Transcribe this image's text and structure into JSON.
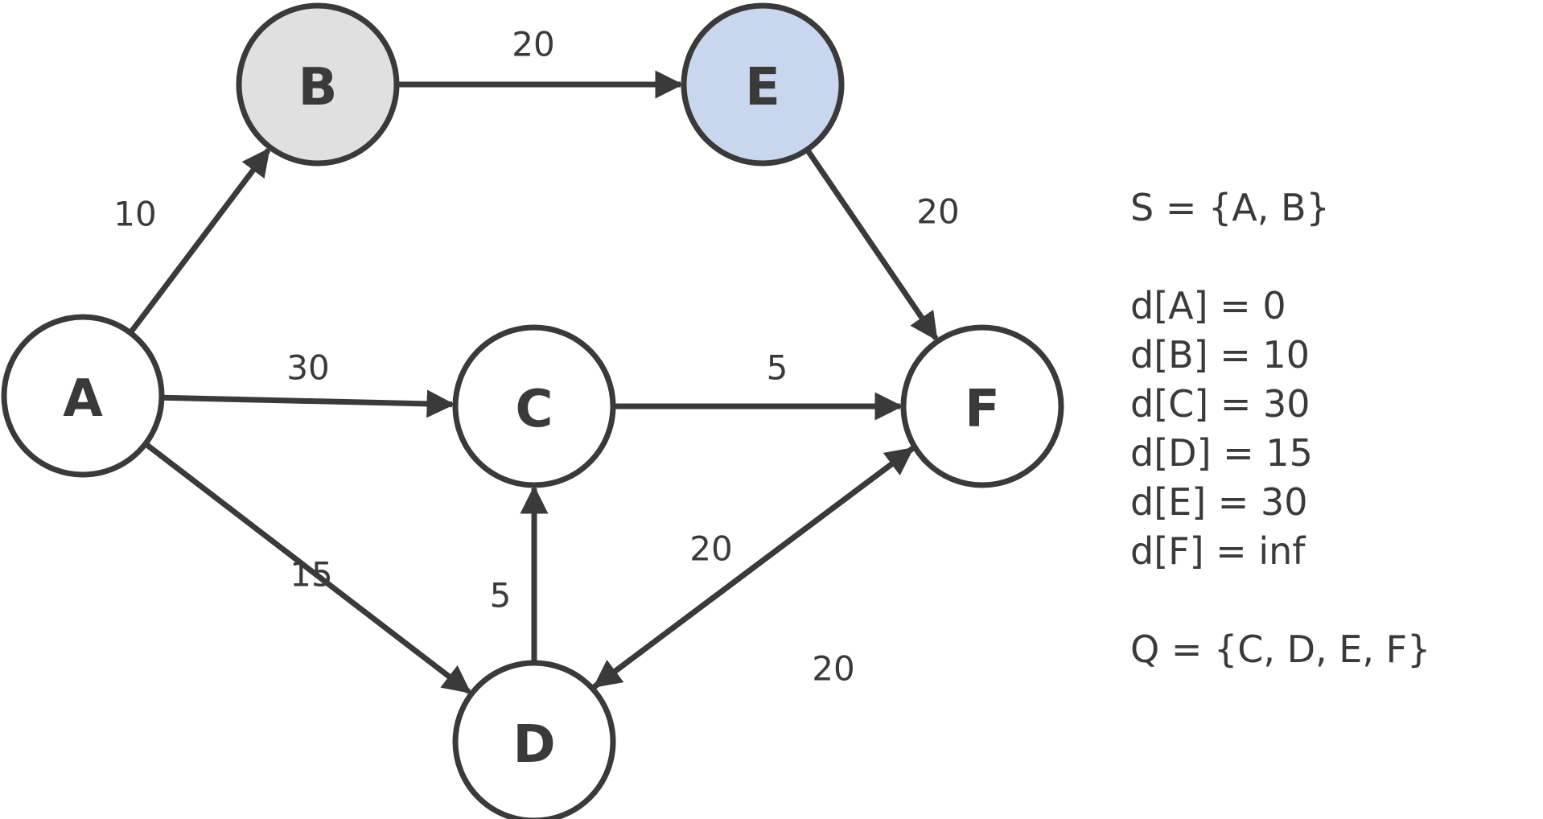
{
  "colors": {
    "stroke": "#3a3a3a",
    "node_default": "#ffffff",
    "node_visited": "#e0e0e0",
    "node_current": "#c8d6ee"
  },
  "nodes": [
    {
      "id": "A",
      "label": "A",
      "state": "default"
    },
    {
      "id": "B",
      "label": "B",
      "state": "visited"
    },
    {
      "id": "C",
      "label": "C",
      "state": "default"
    },
    {
      "id": "D",
      "label": "D",
      "state": "default"
    },
    {
      "id": "E",
      "label": "E",
      "state": "current"
    },
    {
      "id": "F",
      "label": "F",
      "state": "default"
    }
  ],
  "edges": [
    {
      "id": "A-B",
      "from": "A",
      "to": "B",
      "weight": "10"
    },
    {
      "id": "A-C",
      "from": "A",
      "to": "C",
      "weight": "30"
    },
    {
      "id": "A-D",
      "from": "A",
      "to": "D",
      "weight": "15"
    },
    {
      "id": "B-E",
      "from": "B",
      "to": "E",
      "weight": "20"
    },
    {
      "id": "C-F",
      "from": "C",
      "to": "F",
      "weight": "5"
    },
    {
      "id": "E-F",
      "from": "E",
      "to": "F",
      "weight": "20"
    },
    {
      "id": "D-C",
      "from": "D",
      "to": "C",
      "weight": "5"
    },
    {
      "id": "D-F",
      "from": "D",
      "to": "F",
      "weight": "20"
    },
    {
      "id": "F-D",
      "from": "F",
      "to": "D",
      "weight": "20"
    }
  ],
  "state": {
    "settled": "S = {A, B}",
    "distances": [
      "d[A] = 0",
      "d[B] = 10",
      "d[C] = 30",
      "d[D] = 15",
      "d[E] = 30",
      "d[F] = inf"
    ],
    "queue": "Q = {C, D, E, F}"
  }
}
